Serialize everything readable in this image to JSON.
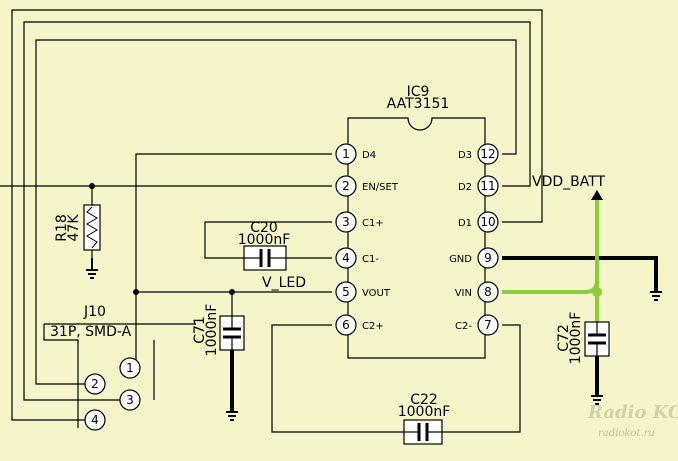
{
  "ic": {
    "ref": "IC9",
    "part": "AAT3151",
    "pins": {
      "p1": {
        "num": "1",
        "name": "D4"
      },
      "p2": {
        "num": "2",
        "name": "EN/SET"
      },
      "p3": {
        "num": "3",
        "name": "C1+"
      },
      "p4": {
        "num": "4",
        "name": "C1-"
      },
      "p5": {
        "num": "5",
        "name": "VOUT"
      },
      "p6": {
        "num": "6",
        "name": "C2+"
      },
      "p7": {
        "num": "7",
        "name": "C2-"
      },
      "p8": {
        "num": "8",
        "name": "VIN"
      },
      "p9": {
        "num": "9",
        "name": "GND"
      },
      "p10": {
        "num": "10",
        "name": "D1"
      },
      "p11": {
        "num": "11",
        "name": "D2"
      },
      "p12": {
        "num": "12",
        "name": "D3"
      }
    }
  },
  "resistor": {
    "ref": "R18",
    "value": "47K"
  },
  "caps": {
    "c20": {
      "ref": "C20",
      "value": "1000nF"
    },
    "c22": {
      "ref": "C22",
      "value": "1000nF"
    },
    "c71": {
      "ref": "C71",
      "value": "1000nF"
    },
    "c72": {
      "ref": "C72",
      "value": "1000nF"
    }
  },
  "nets": {
    "vled": "V_LED",
    "vdd": "VDD_BATT"
  },
  "connector": {
    "ref": "J10",
    "type": "31P, SMD-A",
    "pins": [
      "1",
      "2",
      "3",
      "4"
    ]
  },
  "watermark": {
    "logo": "Radio KOT",
    "url": "radiokot.ru"
  },
  "colors": {
    "background": "#f5f5c9",
    "highlight": "#8ccc3c",
    "ink": "#000000"
  }
}
